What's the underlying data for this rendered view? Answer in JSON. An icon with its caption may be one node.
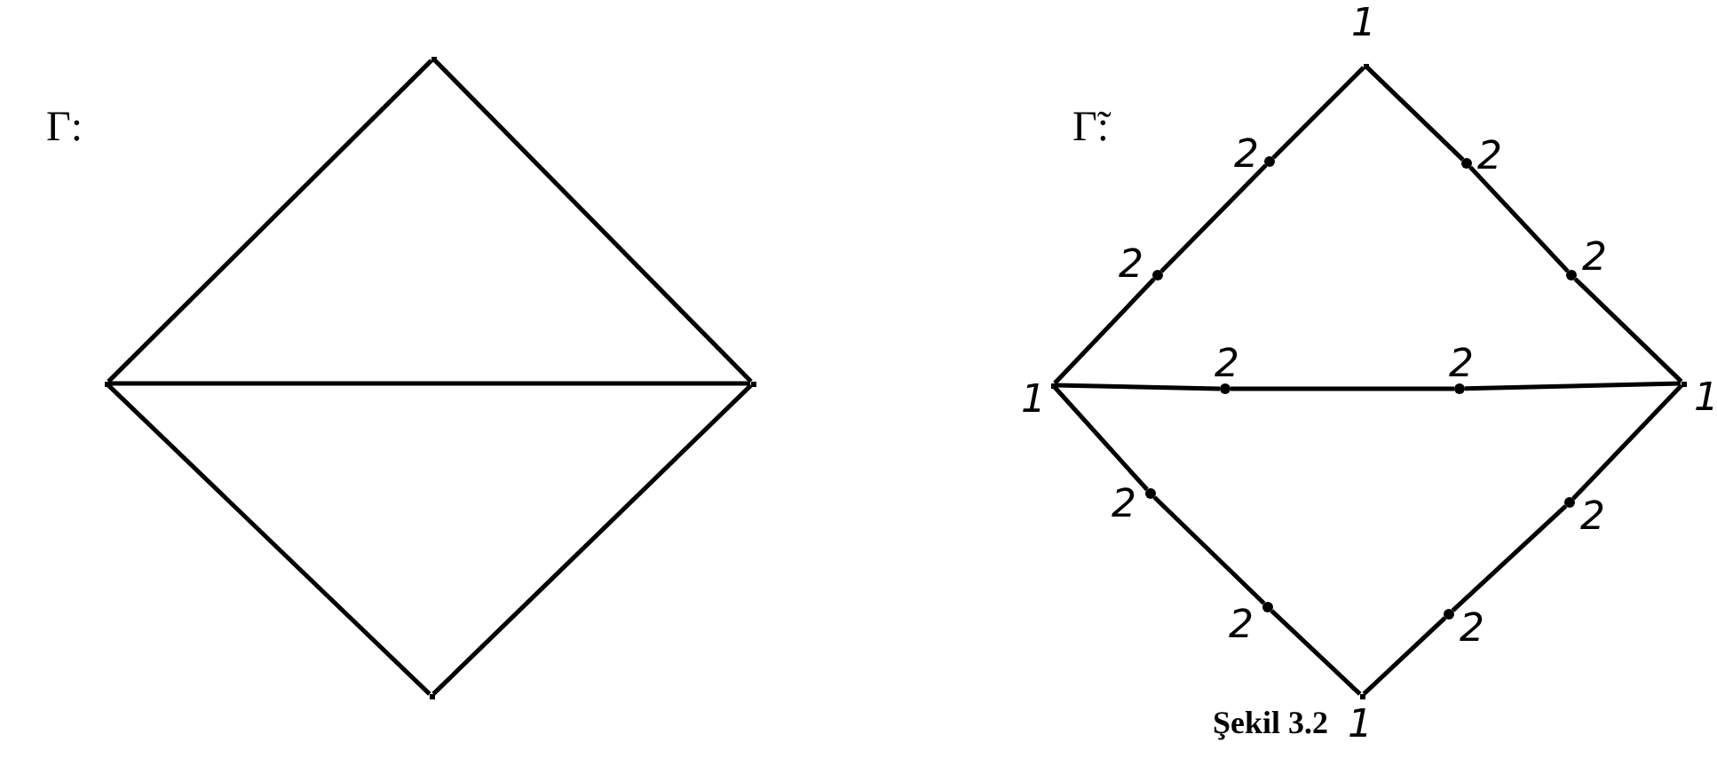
{
  "diagram": {
    "caption": "Şekil 3.2",
    "nodes": [
      {
        "text": [],
        "shape": "point"
      },
      {
        "text": [],
        "shape": "point"
      },
      {
        "text": [],
        "shape": "point"
      },
      {
        "text": [],
        "shape": "point"
      },
      {
        "text": [],
        "shape": "point",
        "beside": [
          "1"
        ]
      },
      {
        "text": [],
        "shape": "circle",
        "beside": [
          "2"
        ]
      },
      {
        "text": [],
        "shape": "circle",
        "beside": [
          "2"
        ]
      },
      {
        "text": [],
        "shape": "point",
        "beside": [
          "1"
        ]
      },
      {
        "text": [],
        "shape": "circle",
        "beside": [
          "2"
        ]
      },
      {
        "text": [],
        "shape": "circle",
        "beside": [
          "2"
        ]
      },
      {
        "text": [],
        "shape": "point",
        "beside": [
          "1"
        ]
      },
      {
        "text": [],
        "shape": "circle",
        "beside": [
          "2"
        ]
      },
      {
        "text": [],
        "shape": "circle",
        "beside": [
          "2"
        ]
      },
      {
        "text": [],
        "shape": "circle",
        "beside": [
          "2"
        ]
      },
      {
        "text": [],
        "shape": "circle",
        "beside": [
          "2"
        ]
      },
      {
        "text": [],
        "shape": "point",
        "beside": [
          "1"
        ]
      },
      {
        "text": [],
        "shape": "circle",
        "beside": [
          "2"
        ]
      },
      {
        "text": [],
        "shape": "circle",
        "beside": [
          "2"
        ]
      }
    ],
    "edges": [
      {
        "from": 0,
        "to": 1,
        "arrow": "none"
      },
      {
        "from": 0,
        "to": 2,
        "arrow": "none"
      },
      {
        "from": 1,
        "to": 2,
        "arrow": "none"
      },
      {
        "from": 1,
        "to": 3,
        "arrow": "none"
      },
      {
        "from": 2,
        "to": 3,
        "arrow": "none"
      },
      {
        "from": 4,
        "to": 5,
        "arrow": "none"
      },
      {
        "from": 5,
        "to": 6,
        "arrow": "none"
      },
      {
        "from": 6,
        "to": 7,
        "arrow": "none"
      },
      {
        "from": 4,
        "to": 11,
        "arrow": "none"
      },
      {
        "from": 11,
        "to": 12,
        "arrow": "none"
      },
      {
        "from": 12,
        "to": 10,
        "arrow": "none"
      },
      {
        "from": 7,
        "to": 8,
        "arrow": "none"
      },
      {
        "from": 8,
        "to": 9,
        "arrow": "none"
      },
      {
        "from": 9,
        "to": 10,
        "arrow": "none"
      },
      {
        "from": 7,
        "to": 13,
        "arrow": "none"
      },
      {
        "from": 13,
        "to": 14,
        "arrow": "none"
      },
      {
        "from": 14,
        "to": 15,
        "arrow": "none"
      },
      {
        "from": 10,
        "to": 17,
        "arrow": "none"
      },
      {
        "from": 17,
        "to": 16,
        "arrow": "none"
      },
      {
        "from": 16,
        "to": 15,
        "arrow": "none"
      }
    ],
    "labels": [
      "Γ:",
      "Γ̃:"
    ]
  }
}
